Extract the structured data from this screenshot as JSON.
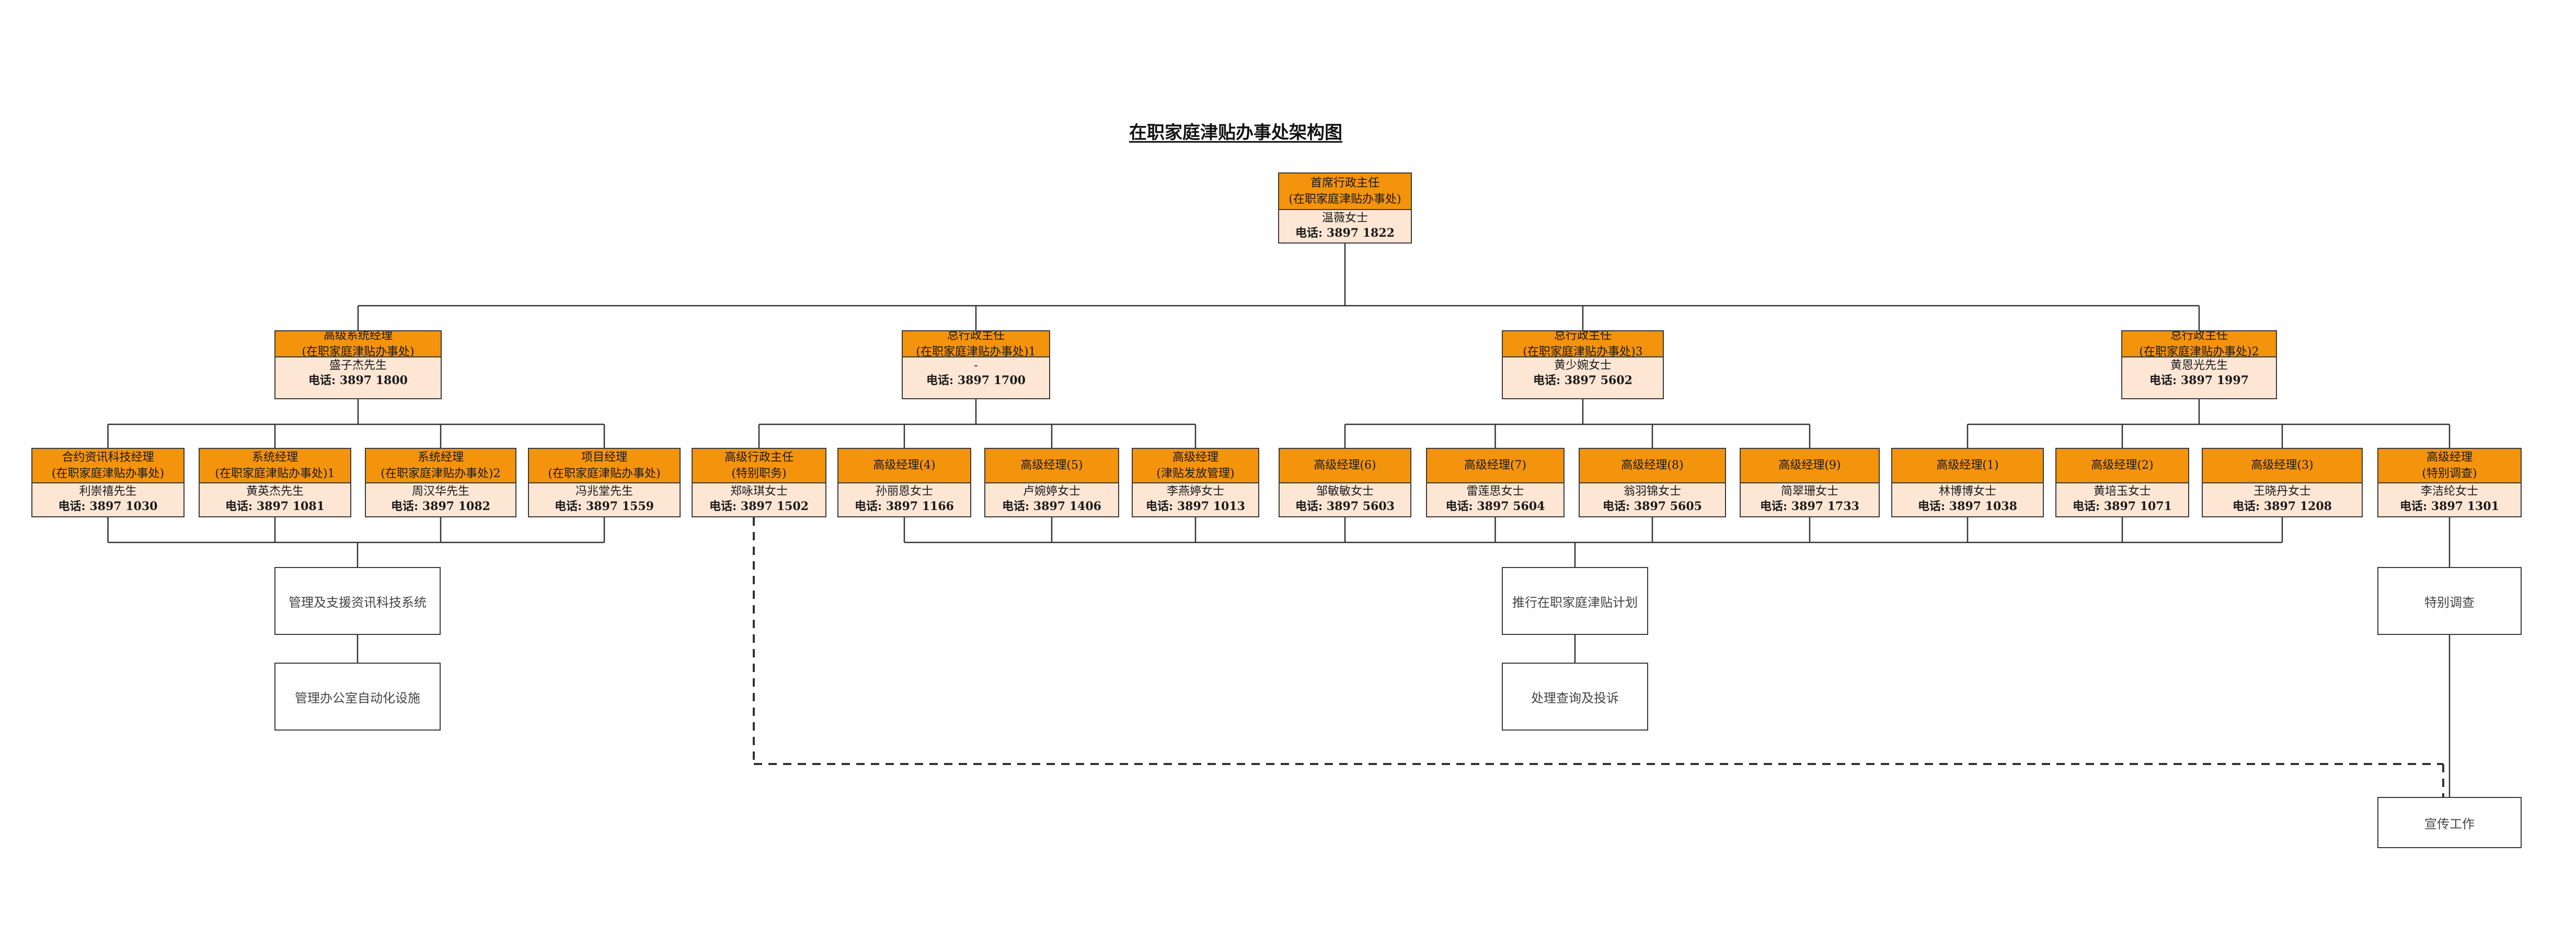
{
  "title": "在职家庭津贴办事处架构图",
  "colors": {
    "header": "#f4930c",
    "body": "#fde6d4",
    "line": "#333333"
  },
  "nodes": {
    "top": {
      "head": [
        "首席行政主任",
        "(在职家庭津贴办事处)"
      ],
      "name": "温薇女士",
      "phone": "电话: 3897 1822"
    },
    "m1": {
      "head": [
        "高级系统经理",
        "(在职家庭津贴办事处)"
      ],
      "name": "盛子杰先生",
      "phone": "电话: 3897 1800"
    },
    "m2": {
      "head": [
        "总行政主任",
        "(在职家庭津贴办事处)1"
      ],
      "name": "-",
      "phone": "电话: 3897 1700"
    },
    "m3": {
      "head": [
        "总行政主任",
        "(在职家庭津贴办事处)3"
      ],
      "name": "黄少婉女士",
      "phone": "电话: 3897 5602"
    },
    "m4": {
      "head": [
        "总行政主任",
        "(在职家庭津贴办事处)2"
      ],
      "name": "黄恩光先生",
      "phone": "电话: 3897 1997"
    },
    "s1": {
      "head": [
        "合约资讯科技经理",
        "(在职家庭津贴办事处)"
      ],
      "name": "利崇禧先生",
      "phone": "电话: 3897 1030"
    },
    "s2": {
      "head": [
        "系统经理",
        "(在职家庭津贴办事处)1"
      ],
      "name": "黄英杰先生",
      "phone": "电话: 3897 1081"
    },
    "s3": {
      "head": [
        "系统经理",
        "(在职家庭津贴办事处)2"
      ],
      "name": "周汉华先生",
      "phone": "电话: 3897 1082"
    },
    "s4": {
      "head": [
        "项目经理",
        "(在职家庭津贴办事处)"
      ],
      "name": "冯兆堂先生",
      "phone": "电话: 3897 1559"
    },
    "s5": {
      "head": [
        "高级行政主任",
        "(特别职务)"
      ],
      "name": "郑咏琪女士",
      "phone": "电话: 3897 1502"
    },
    "s6": {
      "head": [
        "高级经理(4)"
      ],
      "name": "孙丽恩女士",
      "phone": "电话: 3897 1166"
    },
    "s7": {
      "head": [
        "高级经理(5)"
      ],
      "name": "卢婉婷女士",
      "phone": "电话: 3897 1406"
    },
    "s8": {
      "head": [
        "高级经理",
        "(津贴发放管理)"
      ],
      "name": "李燕婷女士",
      "phone": "电话: 3897 1013"
    },
    "s9": {
      "head": [
        "高级经理(6)"
      ],
      "name": "邹敏敏女士",
      "phone": "电话: 3897 5603"
    },
    "s10": {
      "head": [
        "高级经理(7)"
      ],
      "name": "雷莲思女士",
      "phone": "电话: 3897 5604"
    },
    "s11": {
      "head": [
        "高级经理(8)"
      ],
      "name": "翁羽锦女士",
      "phone": "电话: 3897 5605"
    },
    "s12": {
      "head": [
        "高级经理(9)"
      ],
      "name": "简翠珊女士",
      "phone": "电话: 3897 1733"
    },
    "s13": {
      "head": [
        "高级经理(1)"
      ],
      "name": "林博博女士",
      "phone": "电话: 3897 1038"
    },
    "s14": {
      "head": [
        "高级经理(2)"
      ],
      "name": "黄培玉女士",
      "phone": "电话: 3897 1071"
    },
    "s15": {
      "head": [
        "高级经理(3)"
      ],
      "name": "王晓丹女士",
      "phone": "电话: 3897 1208"
    },
    "s16": {
      "head": [
        "高级经理",
        "(特别调查)"
      ],
      "name": "李洁纶女士",
      "phone": "电话: 3897 1301"
    }
  },
  "duties": {
    "d1": "管理及支援资讯科技系统",
    "d2": "管理办公室自动化设施",
    "d3": "推行在职家庭津贴计划",
    "d4": "处理查询及投诉",
    "d5": "特别调查",
    "d6": "宣传工作"
  }
}
